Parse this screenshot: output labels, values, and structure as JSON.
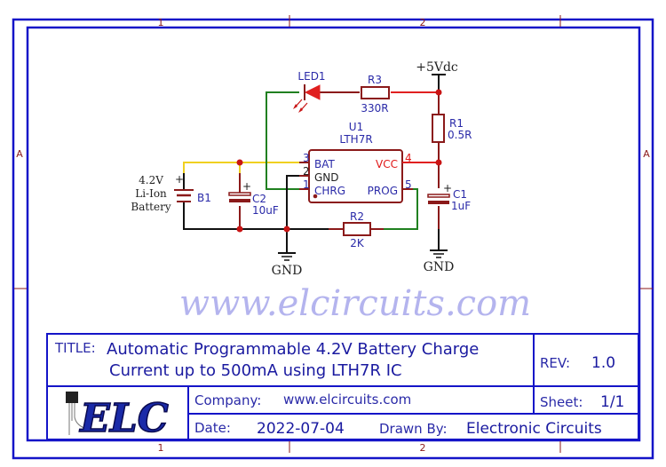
{
  "frame": {
    "column_zones": [
      "1",
      "2"
    ],
    "row_zones": [
      "A"
    ]
  },
  "colors": {
    "border": "#1414c8",
    "wire_dark_red": "#8b1a1a",
    "wire_red": "#e02020",
    "wire_green": "#208020",
    "wire_yellow": "#f0d020",
    "wire_black": "#111111",
    "junction": "#c81414",
    "label_blue": "#2a2aa8"
  },
  "schematic": {
    "power_label": "+5Vdc",
    "gnd_labels": [
      "GND",
      "GND"
    ],
    "components": {
      "led1": {
        "ref": "LED1"
      },
      "r3": {
        "ref": "R3",
        "value": "330R"
      },
      "r1": {
        "ref": "R1",
        "value": "0.5R"
      },
      "u1": {
        "ref": "U1",
        "value": "LTH7R",
        "pins": [
          {
            "num": "3",
            "name": "BAT"
          },
          {
            "num": "2",
            "name": "GND"
          },
          {
            "num": "1",
            "name": "CHRG"
          },
          {
            "num": "4",
            "name": "VCC"
          },
          {
            "num": "5",
            "name": "PROG"
          }
        ]
      },
      "b1": {
        "ref": "B1",
        "desc": [
          "4.2V",
          "Li-Ion",
          "Battery"
        ],
        "plus": "+"
      },
      "c2": {
        "ref": "C2",
        "value": "10uF",
        "plus": "+"
      },
      "c1": {
        "ref": "C1",
        "value": "1uF",
        "plus": "+"
      },
      "r2": {
        "ref": "R2",
        "value": "2K"
      }
    },
    "watermark": "www.elcircuits.com"
  },
  "title_block": {
    "title_key": "TITLE:",
    "title_line1": "Automatic Programmable 4.2V Battery Charge",
    "title_line2": "Current up to 500mA using LTH7R IC",
    "rev_key": "REV:",
    "rev_value": "1.0",
    "logo_text": "ELC",
    "company_key": "Company:",
    "company_value": "www.elcircuits.com",
    "sheet_key": "Sheet:",
    "sheet_value": "1/1",
    "date_key": "Date:",
    "date_value": "2022-07-04",
    "drawn_by_key": "Drawn By:",
    "drawn_by_value": "Electronic Circuits"
  }
}
